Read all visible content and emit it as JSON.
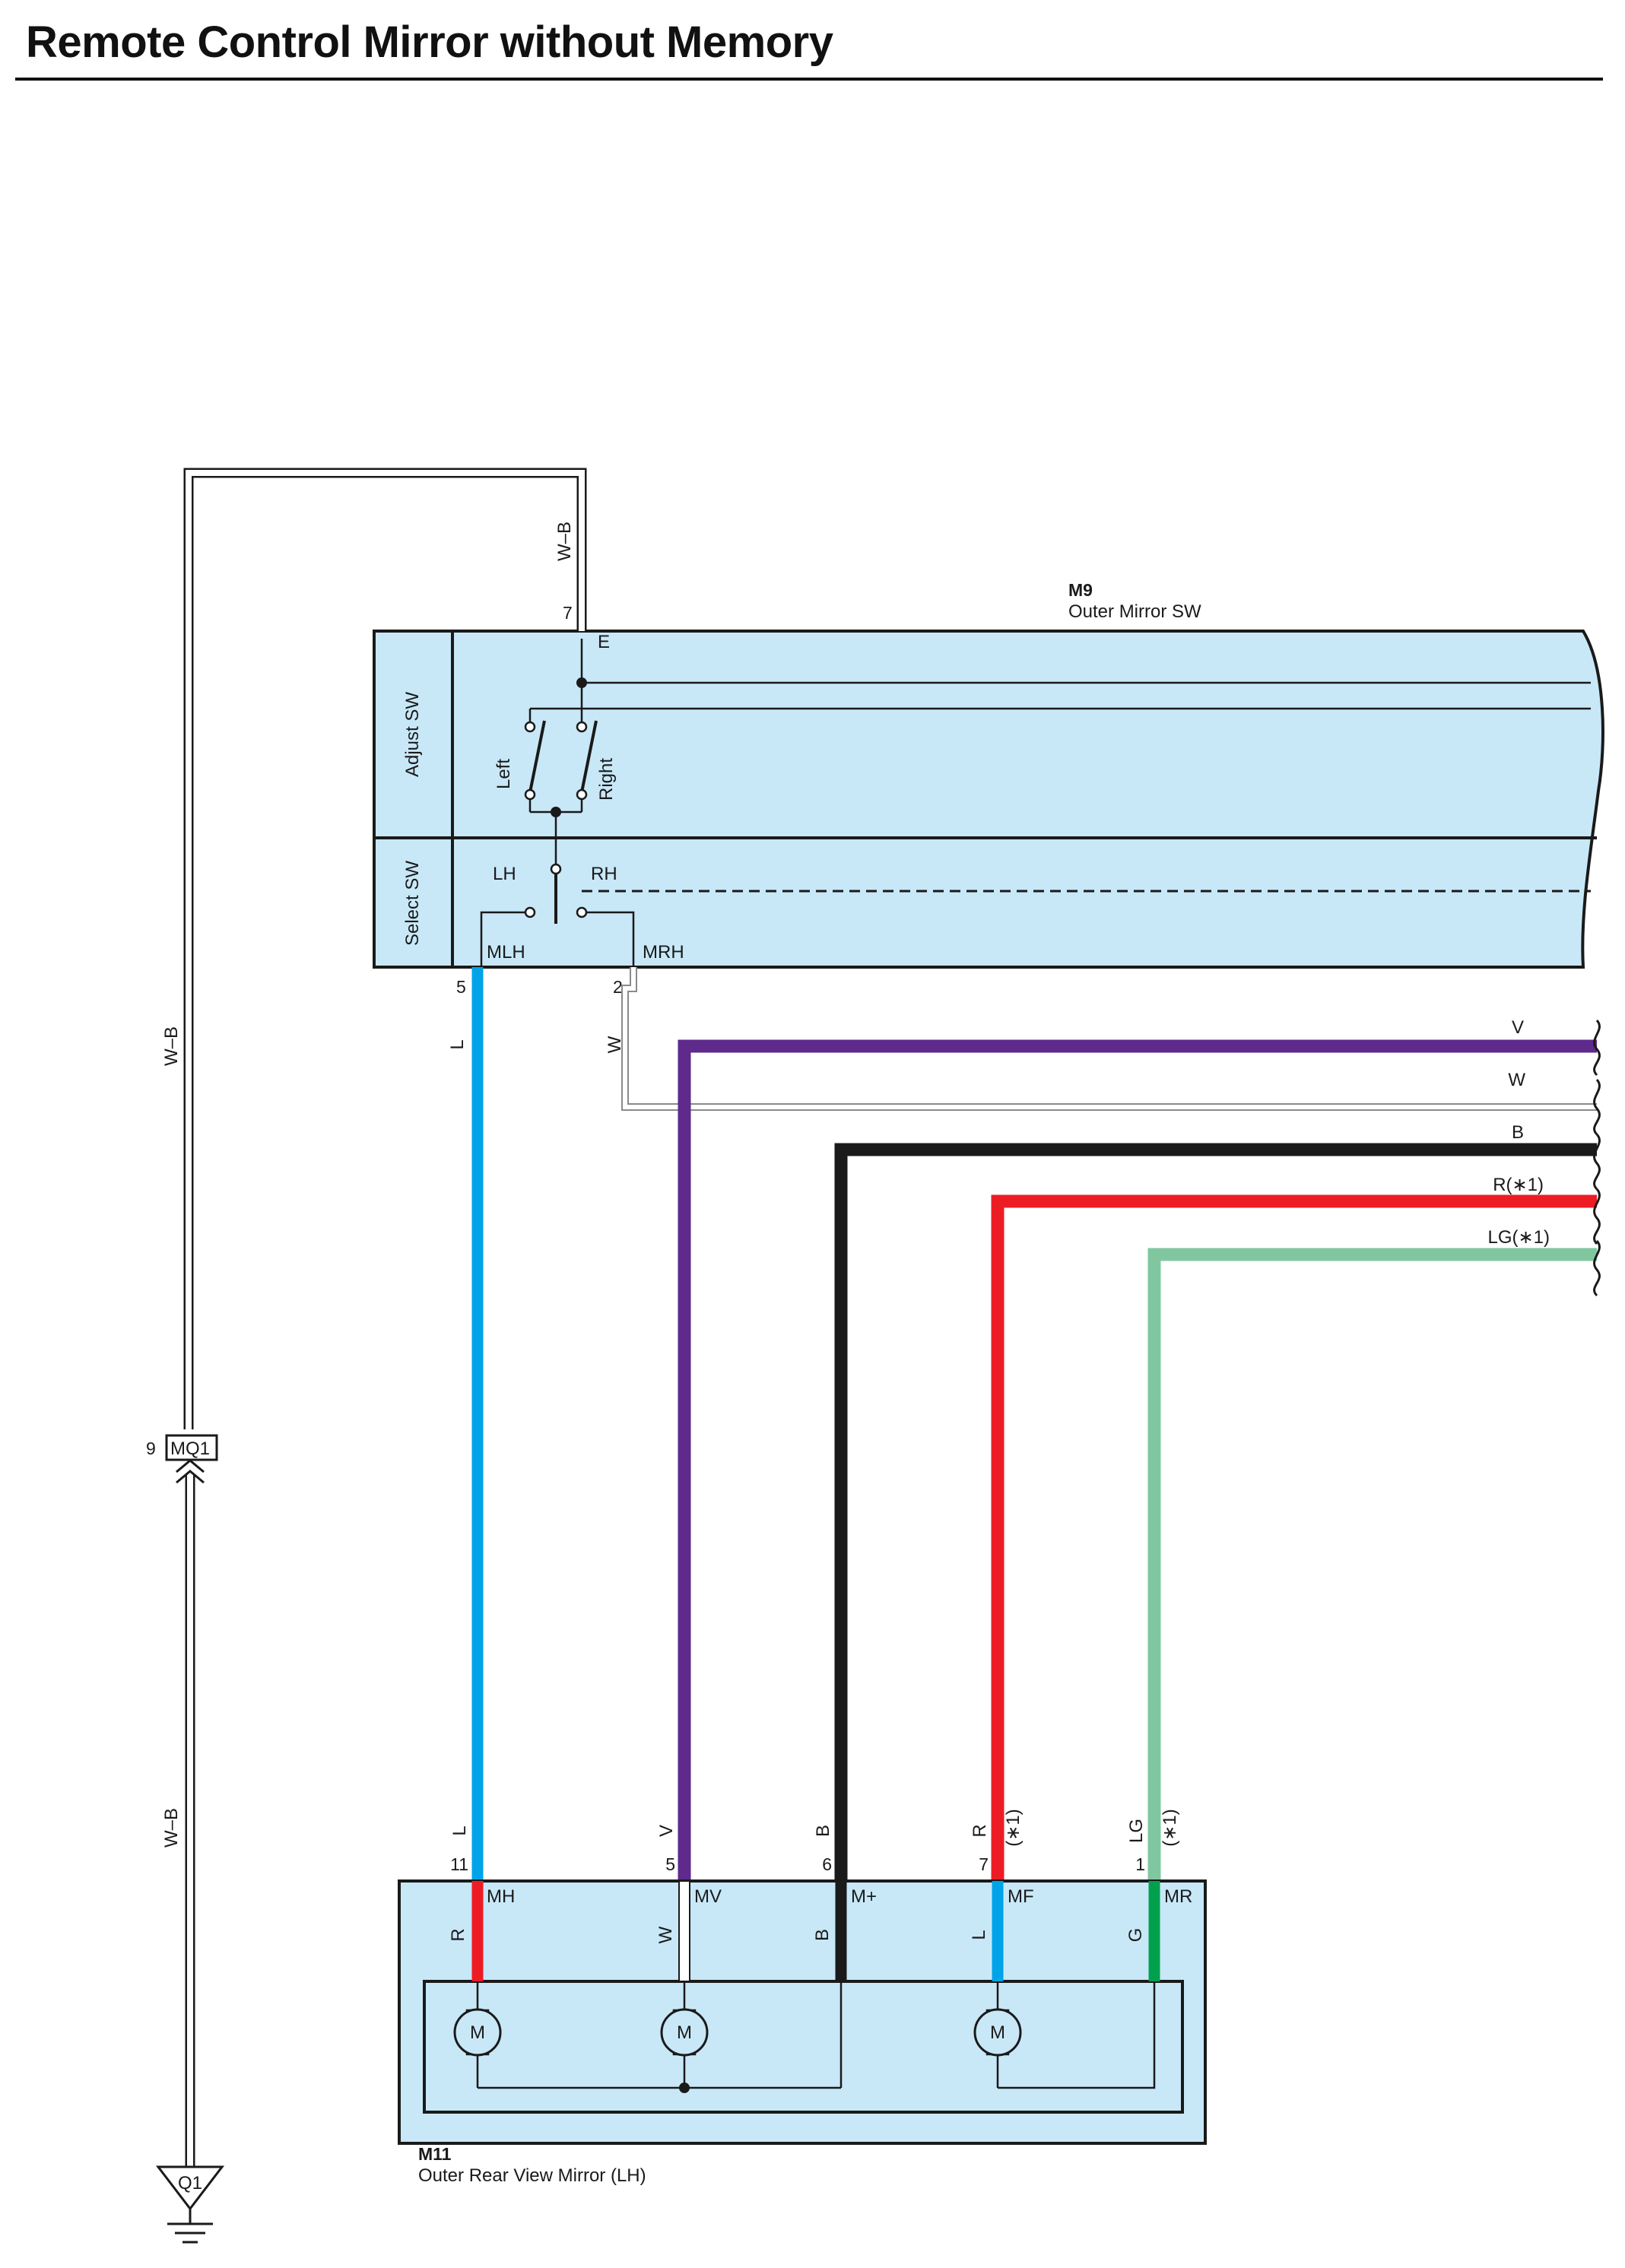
{
  "title": "Remote Control Mirror without Memory",
  "ground_wire_color": "W–B",
  "ground_id": "Q1",
  "connector_mq1": {
    "id": "MQ1",
    "pin": "9"
  },
  "switch": {
    "id": "M9",
    "name": "Outer Mirror SW",
    "adjust_label": "Adjust SW",
    "select_label": "Select SW",
    "e_label": "E",
    "e_pin": "7",
    "left_label": "Left",
    "right_label": "Right",
    "lh_label": "LH",
    "rh_label": "RH",
    "mlh_label": "MLH",
    "mrh_label": "MRH",
    "mlh_pin": "5",
    "mrh_pin": "2",
    "mlh_wire": "L",
    "mrh_wire": "W"
  },
  "right_wires": [
    {
      "label": "V",
      "color": "#5e2a8c"
    },
    {
      "label": "W",
      "color": "#b0b0b0"
    },
    {
      "label": "B",
      "color": "#1a1a1a"
    },
    {
      "label": "R(∗1)",
      "color": "#ed1c24"
    },
    {
      "label": "LG(∗1)",
      "color": "#80c7a0"
    }
  ],
  "mirror": {
    "id": "M11",
    "name": "Outer Rear View Mirror (LH)",
    "motor_label": "M",
    "pins": [
      {
        "pin": "11",
        "name": "MH",
        "wire_out": "L",
        "note_out": "",
        "wire_in": "R",
        "color_out": "#00a3e8",
        "color_in": "#ed1c24"
      },
      {
        "pin": "5",
        "name": "MV",
        "wire_out": "V",
        "note_out": "",
        "wire_in": "W",
        "color_out": "#5e2a8c",
        "color_in": "#ffffff"
      },
      {
        "pin": "6",
        "name": "M+",
        "wire_out": "B",
        "note_out": "",
        "wire_in": "B",
        "color_out": "#1a1a1a",
        "color_in": "#1a1a1a"
      },
      {
        "pin": "7",
        "name": "MF",
        "wire_out": "R",
        "note_out": "(∗1)",
        "wire_in": "L",
        "color_out": "#ed1c24",
        "color_in": "#00a3e8"
      },
      {
        "pin": "1",
        "name": "MR",
        "wire_out": "LG",
        "note_out": "(∗1)",
        "wire_in": "G",
        "color_out": "#80c7a0",
        "color_in": "#00a04c"
      }
    ]
  }
}
